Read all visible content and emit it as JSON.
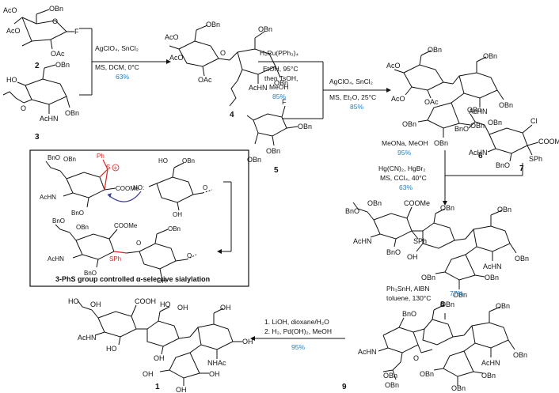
{
  "compounds": {
    "c1": "1",
    "c2": "2",
    "c3": "3",
    "c4": "4",
    "c5": "5",
    "c6": "6",
    "c7": "7",
    "c8": "8",
    "c9": "9"
  },
  "atoms": {
    "OBn": "OBn",
    "AcO": "AcO",
    "OAc": "OAc",
    "F": "F",
    "HO": "HO",
    "OH": "OH",
    "AcHN": "AcHN",
    "NHAc": "AcHN",
    "O": "O",
    "BnO": "BnO",
    "COOMe": "COOMe",
    "Cl": "Cl",
    "SPh": "SPh",
    "Ph": "Ph",
    "S": "S",
    "COOH": "COOH",
    "HN": "HN",
    "HOdots": "HO:",
    "NHAcB": "NHAc"
  },
  "steps": {
    "step1": {
      "reagents": "AgClO₄, SnCl₂",
      "conditions": "MS, DCM, 0°C",
      "yield": "63%"
    },
    "step2": {
      "line1": "H₂Ru(PPh₃)₄",
      "line2": "EtOH, 95°C",
      "line3": "then TsOH,",
      "line4": "MeOH",
      "yield": "85%"
    },
    "step3": {
      "reagents": "AgClO₄, SnCl₂",
      "conditions": "MS, Et₂O, 25°C",
      "yield": "85%"
    },
    "step4": {
      "reagents": "MeONa, MeOH",
      "yield": "95%"
    },
    "step5": {
      "line1": "Hg(CN)₂, HgBr₂",
      "line2": "MS, CCl₄, 40°C",
      "yield": "63%"
    },
    "step6": {
      "reagents": "Ph₃SnH, AIBN",
      "conditions": "toluene, 130°C",
      "yield": "77%"
    },
    "step7": {
      "line1": "1. LiOH, dioxane/H₂O",
      "line2": "2. H₂, Pd(OH)₂, MeOH",
      "yield": "95%"
    }
  },
  "inset": {
    "caption": "3-PhS group controlled α-selective sialylation"
  }
}
